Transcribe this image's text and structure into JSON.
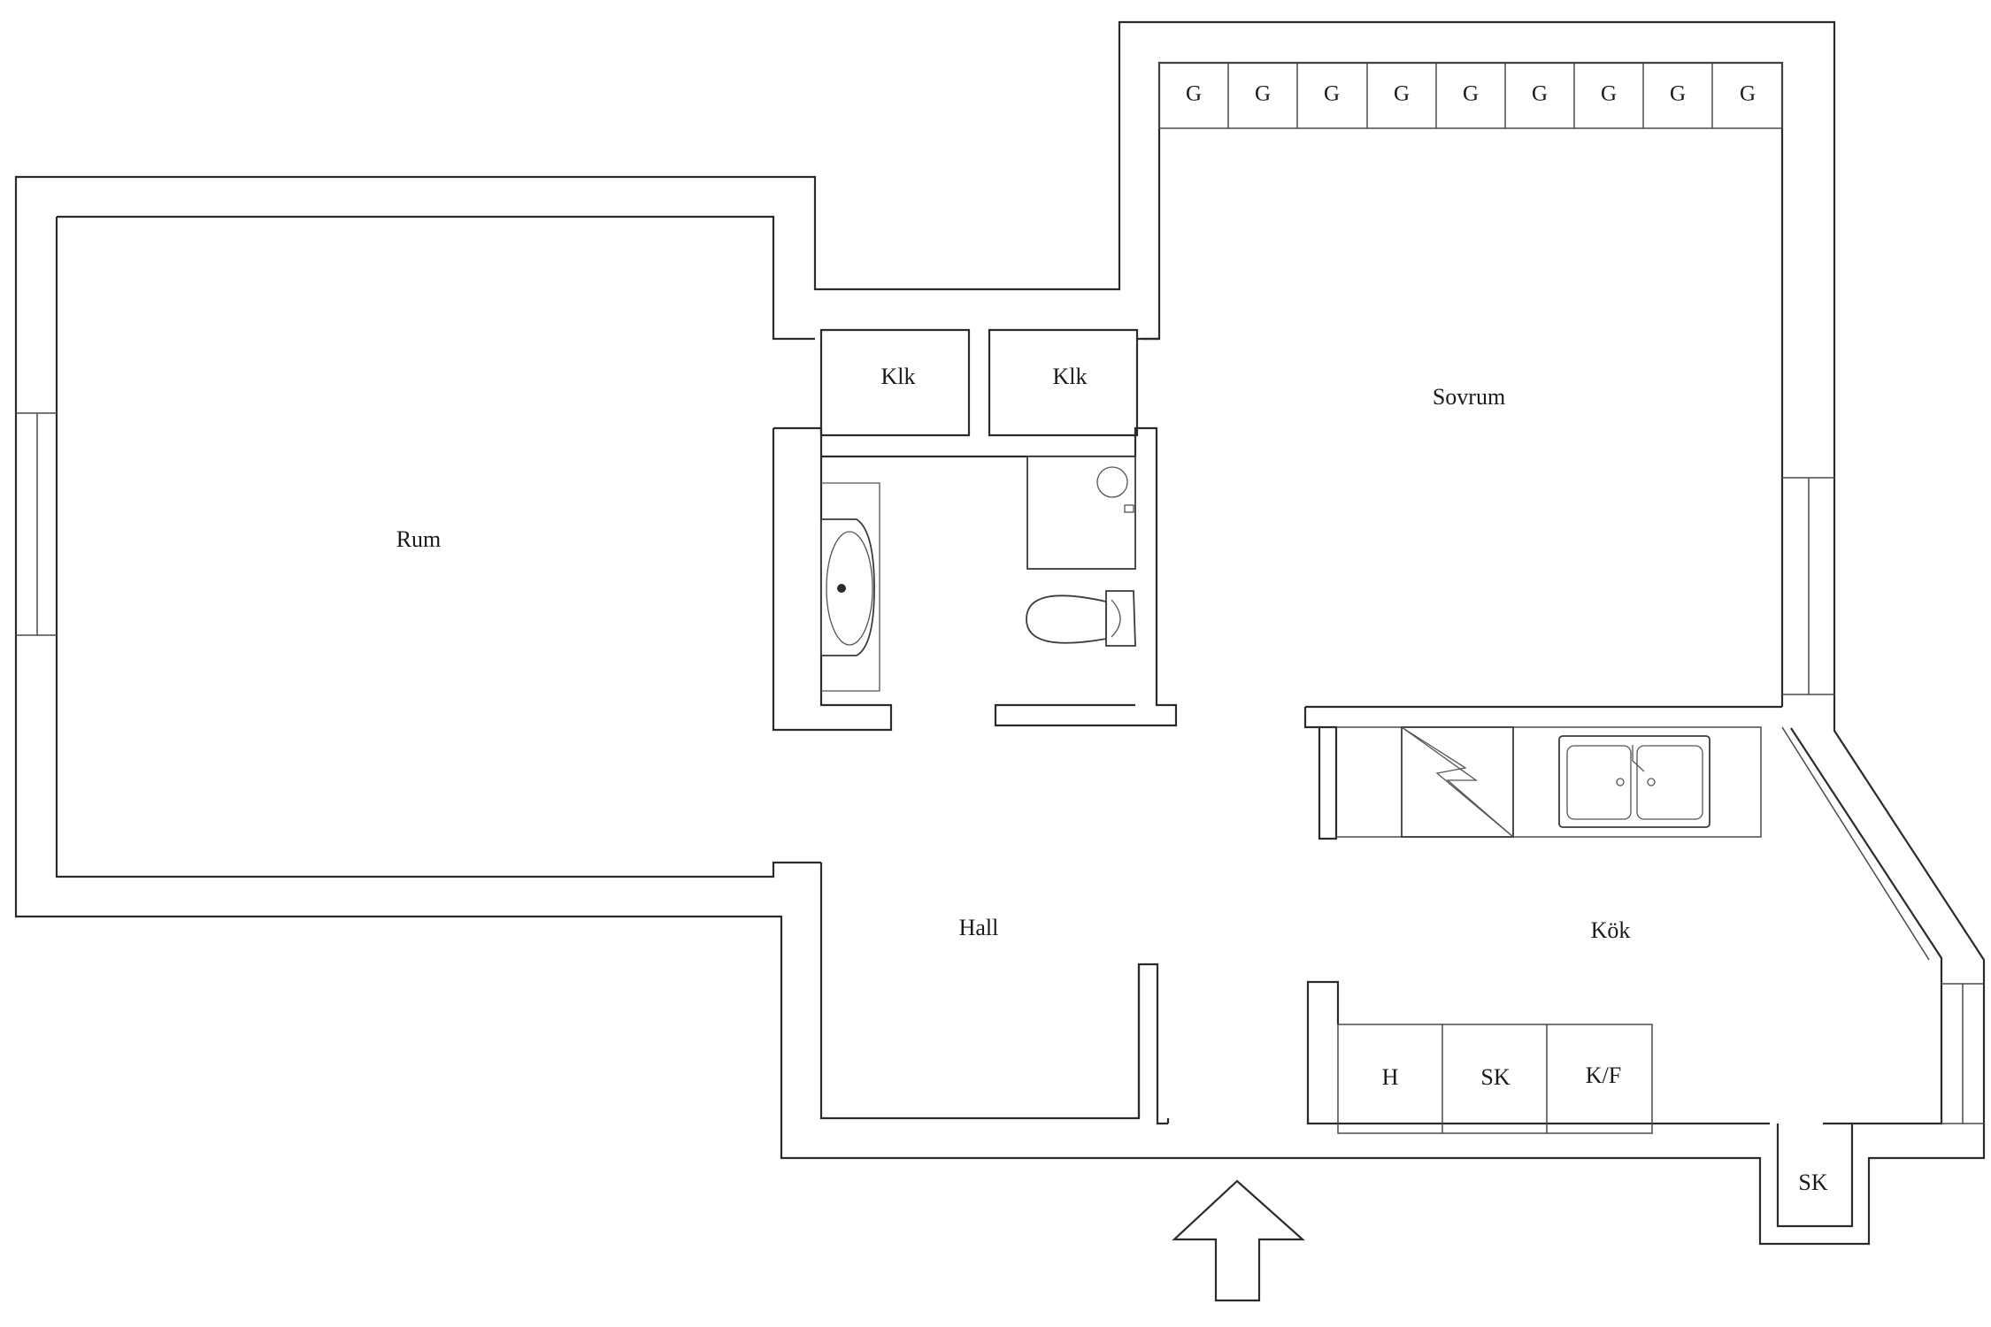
{
  "rooms": {
    "rum": "Rum",
    "sovrum": "Sovrum",
    "klk_1": "Klk",
    "klk_2": "Klk",
    "hall": "Hall",
    "kok": "Kök"
  },
  "wardrobes": [
    "G",
    "G",
    "G",
    "G",
    "G",
    "G",
    "G",
    "G",
    "G"
  ],
  "appliances": {
    "h": "H",
    "sk_kitchen": "SK",
    "kf": "K/F",
    "sk_outside": "SK"
  },
  "icons": {
    "entrance": "up-arrow-icon",
    "sink": "sink-icon",
    "shower": "shower-icon",
    "toilet": "toilet-icon",
    "stove": "stove-icon",
    "kitchen_sink": "double-sink-icon"
  }
}
